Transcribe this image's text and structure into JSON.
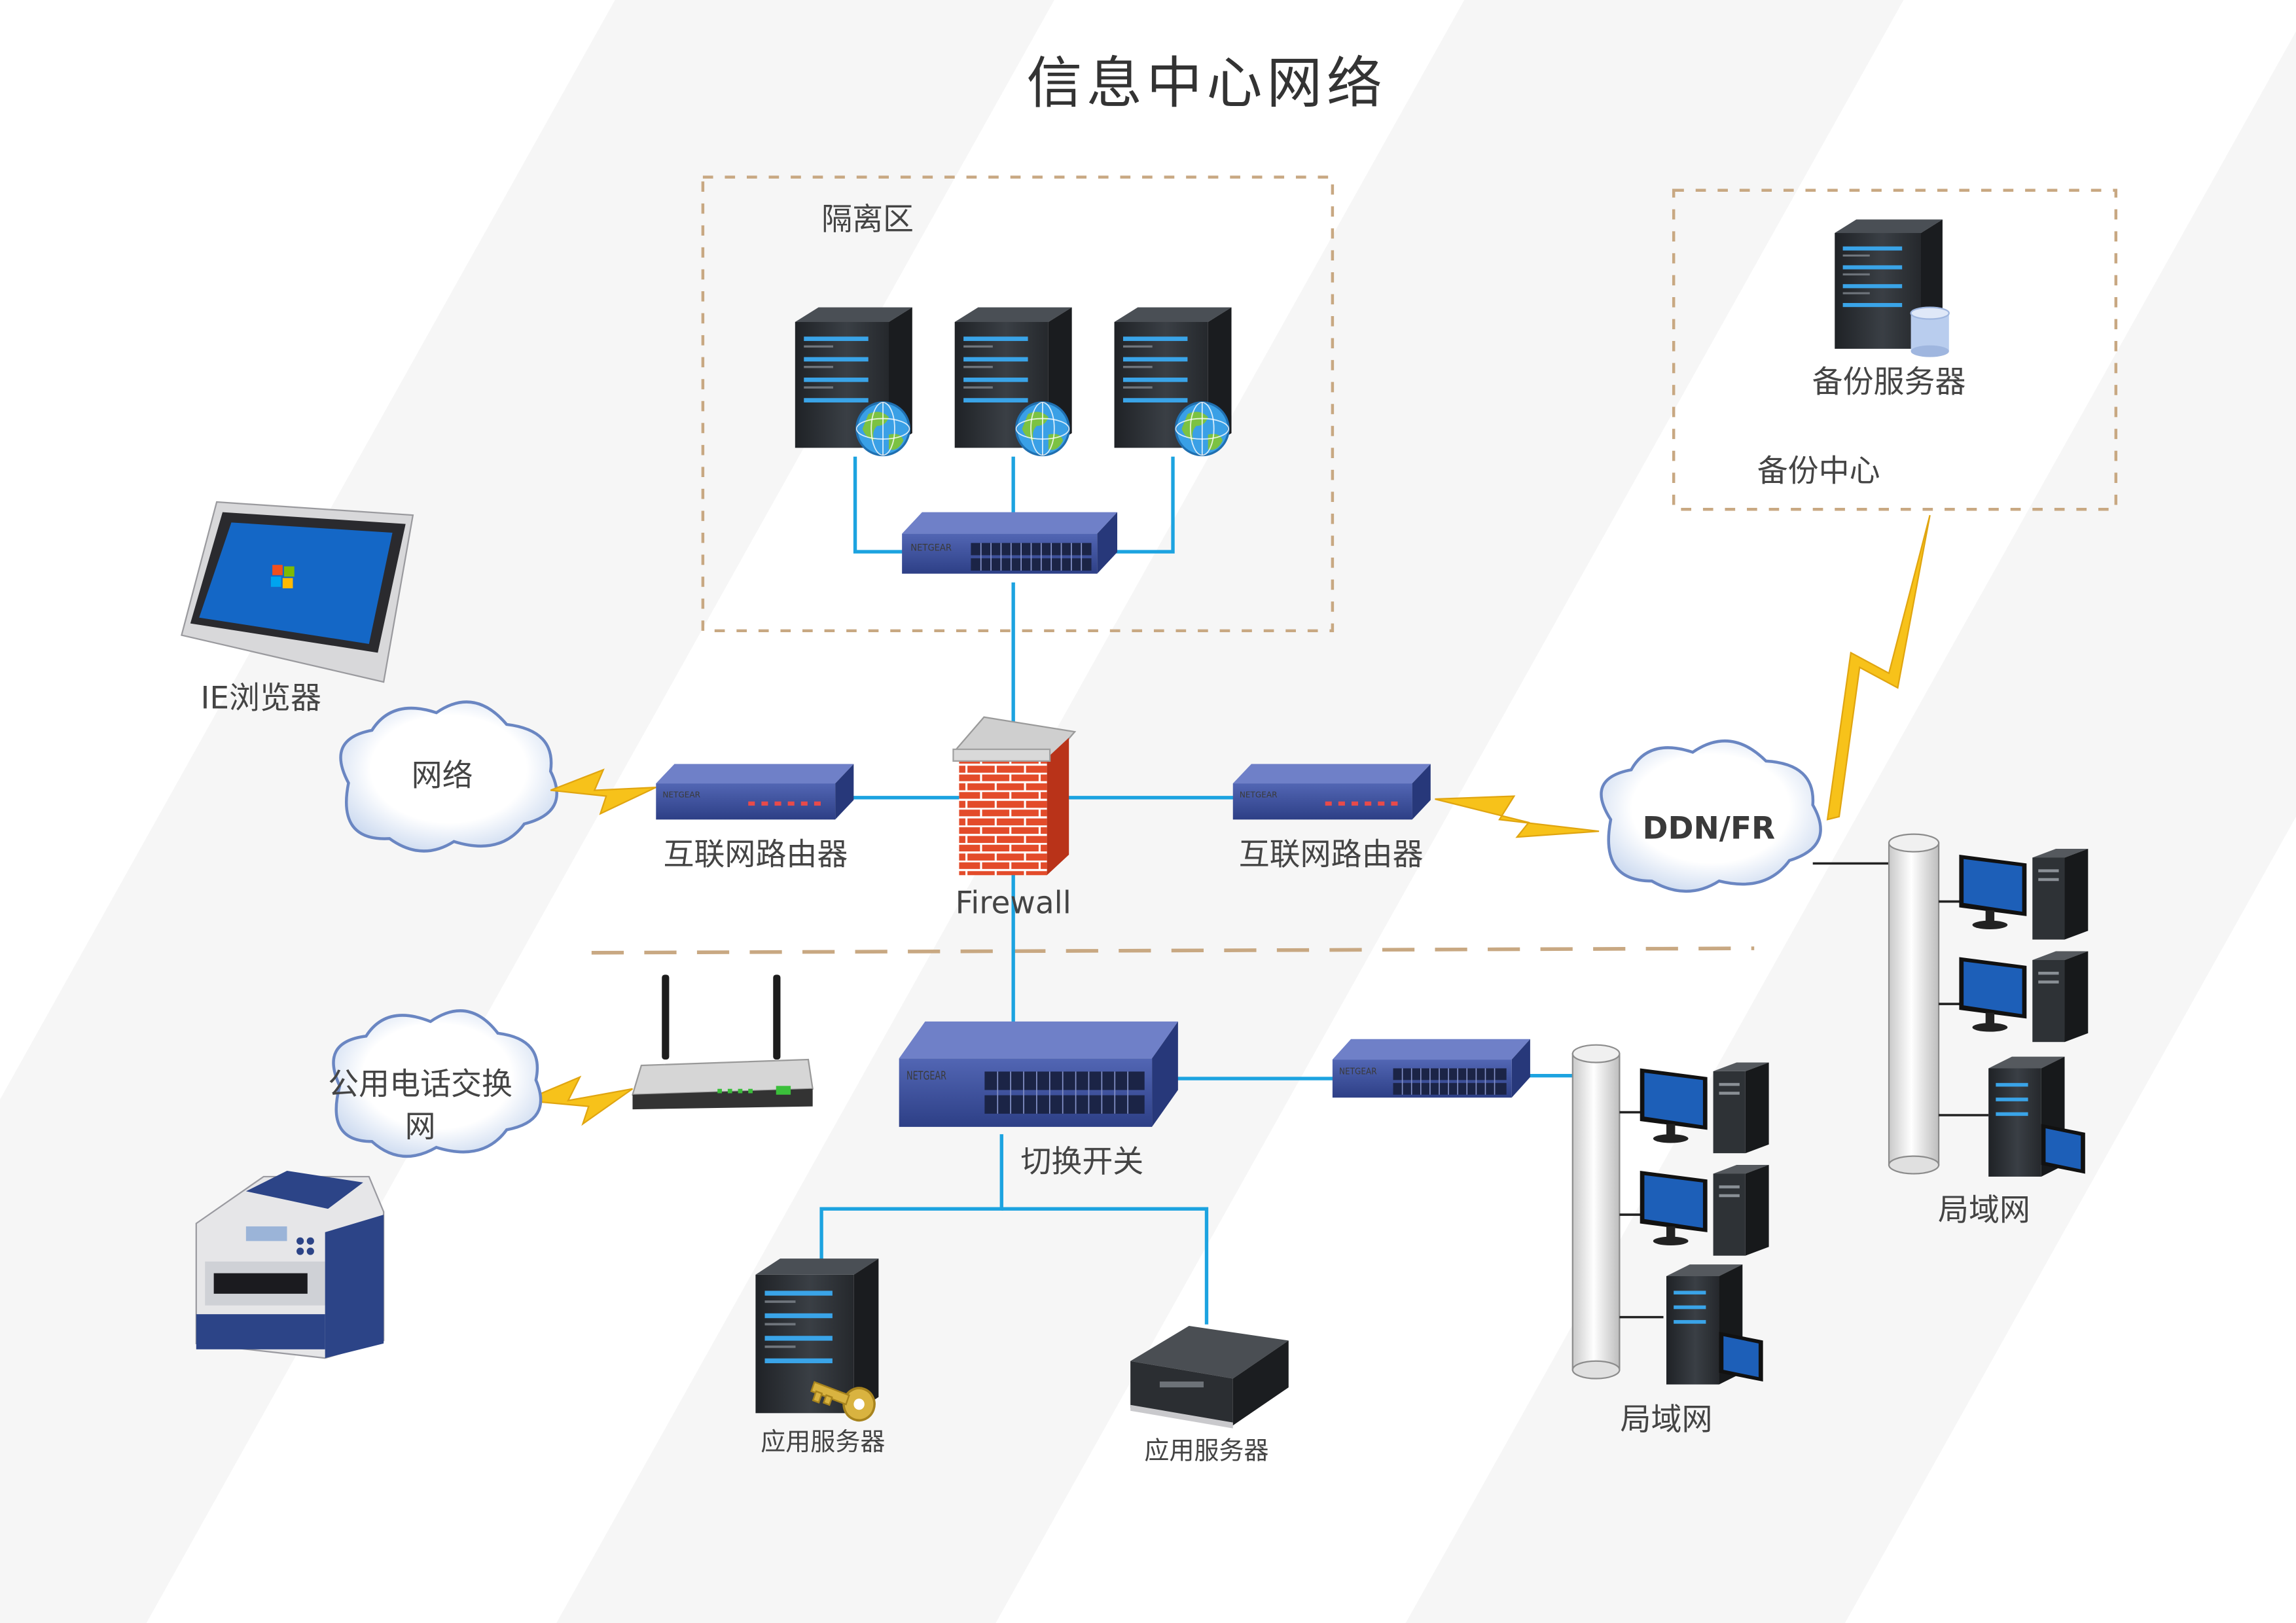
{
  "title": "信息中心网络",
  "zones": {
    "dmz_label": "隔离区",
    "backup_center_label": "备份中心",
    "backup_server_label": "备份服务器"
  },
  "devices": {
    "ie_browser": "IE浏览器",
    "internet_cloud": "网络",
    "router_left": "互联网路由器",
    "router_right": "互联网路由器",
    "firewall": "Firewall",
    "ddn_cloud": "DDN/FR",
    "pstn_cloud_line1": "公用电话交换",
    "pstn_cloud_line2": "网",
    "core_switch": "切换开关",
    "app_server_1": "应用服务器",
    "app_server_2": "应用服务器",
    "lan_1": "局域网",
    "lan_2": "局域网",
    "switch_brand": "NETGEAR"
  },
  "colors": {
    "link": "#1ca3e0",
    "zone_border": "#c8a882",
    "lightning": "#f7c21a",
    "device_blue": "#3a4f9c",
    "server_dark": "#2b2f33"
  }
}
